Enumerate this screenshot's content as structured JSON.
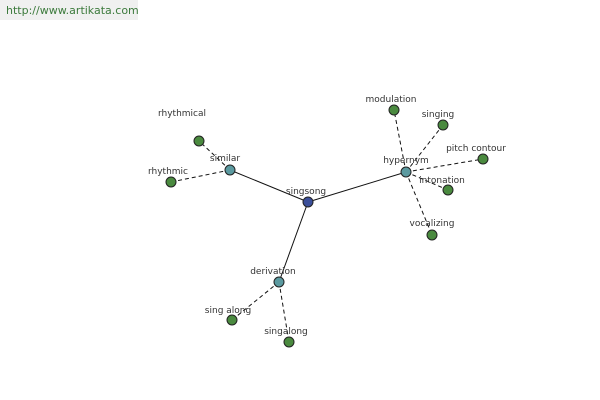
{
  "banner": {
    "url": "http://www.artikata.com"
  },
  "colors": {
    "center": "#3b4f9a",
    "relation": "#5b9aa0",
    "leaf": "#4a8a3f",
    "edge": "#111111",
    "banner_text": "#3c7a3c"
  },
  "graph": {
    "center": {
      "label": "singsong"
    },
    "relations": [
      {
        "label": "similar",
        "leaves": [
          "rhythmical",
          "rhythmic"
        ]
      },
      {
        "label": "hypernym",
        "leaves": [
          "modulation",
          "singing",
          "pitch contour",
          "intonation",
          "vocalizing"
        ]
      },
      {
        "label": "derivation",
        "leaves": [
          "sing along",
          "singalong"
        ]
      }
    ]
  }
}
